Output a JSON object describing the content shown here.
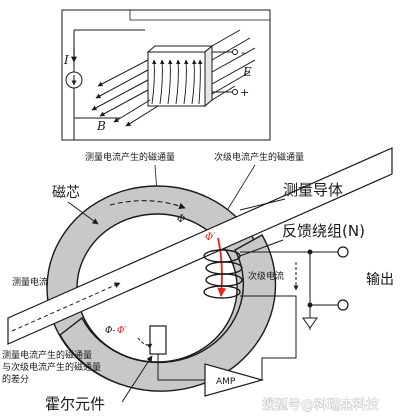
{
  "hall_effect_sketch": {
    "current_symbol": "I",
    "field_symbol": "B",
    "voltage_symbol": "E",
    "minus_terminal": "-",
    "plus_terminal": "+"
  },
  "labels": {
    "flux_measured": "测量电流产生的磁通量",
    "flux_secondary": "次级电流产生的磁通量",
    "core": "磁芯",
    "measured_conductor": "测量导体",
    "feedback_winding": "反馈绕组(N)",
    "secondary_current": "次级电流",
    "output": "输出",
    "measured_current": "测量电流",
    "flux_difference_line1": "测量电流产生的磁通量",
    "flux_difference_line2": "与次级电流产生的磁通量",
    "flux_difference_line3": "的差分",
    "hall_element": "霍尔元件",
    "amp": "AMP"
  },
  "symbols": {
    "phi": "Φ",
    "phi_prime": "Φ′",
    "phi_diff": "Φ-Φ′"
  },
  "watermark": "搜狐号@科瑞杰科技",
  "colors": {
    "core_fill": "#c8c8c8",
    "flux_prime_red": "#e8231a",
    "line": "#1a1a1a",
    "watermark": "#ffffff"
  }
}
